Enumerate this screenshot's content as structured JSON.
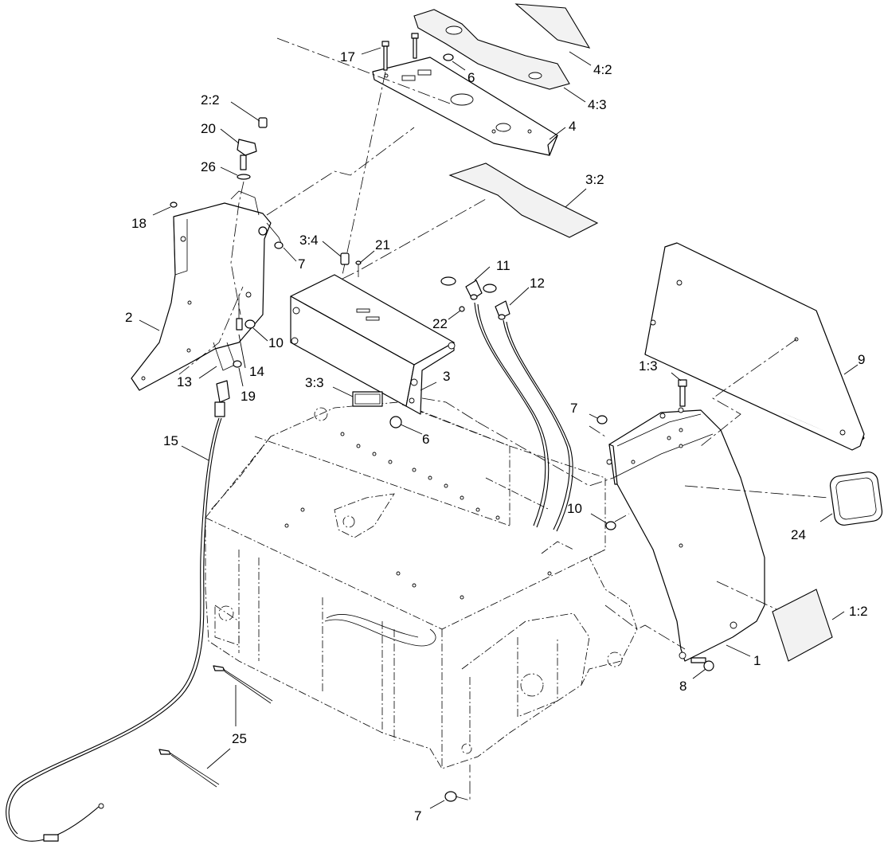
{
  "callouts": {
    "c1": "1",
    "c1_2": "1:2",
    "c1_3": "1:3",
    "c2": "2",
    "c2_2": "2:2",
    "c3": "3",
    "c3_2": "3:2",
    "c3_3": "3:3",
    "c3_4": "3:4",
    "c4": "4",
    "c4_2": "4:2",
    "c4_3": "4:3",
    "c6a": "6",
    "c6b": "6",
    "c7a": "7",
    "c7b": "7",
    "c7c": "7",
    "c8": "8",
    "c9": "9",
    "c10a": "10",
    "c10b": "10",
    "c11": "11",
    "c12": "12",
    "c13": "13",
    "c14": "14",
    "c15": "15",
    "c17": "17",
    "c18": "18",
    "c19": "19",
    "c20": "20",
    "c21": "21",
    "c22": "22",
    "c24": "24",
    "c25": "25",
    "c26": "26"
  }
}
